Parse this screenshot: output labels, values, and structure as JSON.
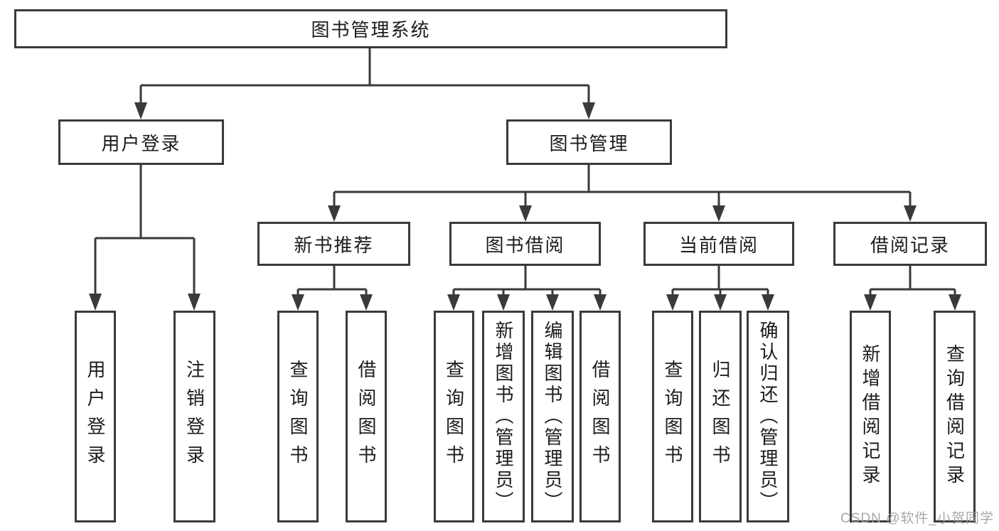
{
  "tree": {
    "label": "图书管理系统",
    "children": [
      {
        "label": "用户登录",
        "children": [
          {
            "label": "用户登录"
          },
          {
            "label": "注销登录"
          }
        ]
      },
      {
        "label": "图书管理",
        "children": [
          {
            "label": "新书推荐",
            "children": [
              {
                "label": "查询图书"
              },
              {
                "label": "借阅图书"
              }
            ]
          },
          {
            "label": "图书借阅",
            "children": [
              {
                "label": "查询图书"
              },
              {
                "label": "新增图书（管理员）"
              },
              {
                "label": "编辑图书（管理员）"
              },
              {
                "label": "借阅图书"
              }
            ]
          },
          {
            "label": "当前借阅",
            "children": [
              {
                "label": "查询图书"
              },
              {
                "label": "归还图书"
              },
              {
                "label": "确认归还（管理员）"
              }
            ]
          },
          {
            "label": "借阅记录",
            "children": [
              {
                "label": "新增借阅记录"
              },
              {
                "label": "查询借阅记录"
              }
            ]
          }
        ]
      }
    ]
  },
  "watermark": "CSDN @软件_小贺同学",
  "colors": {
    "line": "#3a3a3a",
    "text": "#1c1c1c",
    "watermark": "#9e9e9e",
    "background": "#ffffff"
  }
}
